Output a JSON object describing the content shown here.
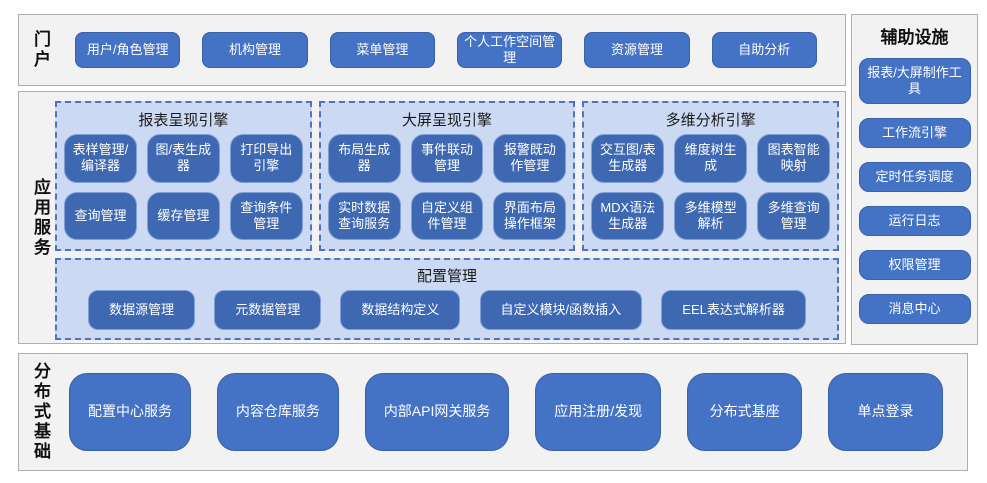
{
  "colors": {
    "button_blue": "#4472c4",
    "button_blue_inner": "#3e68b1",
    "group_fill": "#ccd9f2",
    "group_dashed_border": "#4f74be",
    "section_fill": "#f2f2f2",
    "section_border": "#aeaeae",
    "button_text": "#ffffff"
  },
  "portal": {
    "label": "门户",
    "items": [
      "用户/角色管理",
      "机构管理",
      "菜单管理",
      "个人工作空间管理",
      "资源管理",
      "自助分析"
    ]
  },
  "app_services": {
    "label": "应用服务",
    "groups": [
      {
        "title": "报表呈现引擎",
        "items": [
          "表样管理/编译器",
          "图/表生成器",
          "打印导出引擎",
          "查询管理",
          "缓存管理",
          "查询条件管理"
        ]
      },
      {
        "title": "大屏呈现引擎",
        "items": [
          "布局生成器",
          "事件联动管理",
          "报警既动作管理",
          "实时数据查询服务",
          "自定义组件管理",
          "界面布局操作框架"
        ]
      },
      {
        "title": "多维分析引擎",
        "items": [
          "交互图/表生成器",
          "维度树生成",
          "图表智能映射",
          "MDX语法生成器",
          "多维模型解析",
          "多维查询管理"
        ]
      }
    ],
    "config": {
      "title": "配置管理",
      "items": [
        "数据源管理",
        "元数据管理",
        "数据结构定义",
        "自定义模块/函数插入",
        "EEL表达式解析器"
      ]
    }
  },
  "auxiliary": {
    "label": "辅助设施",
    "items": [
      "报表/大屏制作工具",
      "工作流引擎",
      "定时任务调度",
      "运行日志",
      "权限管理",
      "消息中心"
    ]
  },
  "foundation": {
    "label": "分布式基础",
    "items": [
      "配置中心服务",
      "内容仓库服务",
      "内部API网关服务",
      "应用注册/发现",
      "分布式基座",
      "单点登录"
    ]
  }
}
